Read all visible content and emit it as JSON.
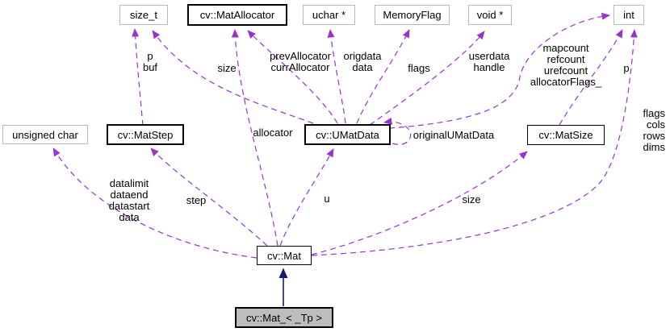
{
  "diagram": {
    "kind": "collaboration-graph",
    "colors": {
      "member_edge": "#9a32cd",
      "inheritance_edge": "#191970",
      "plain_node_border": "#b8b8b8",
      "linked_node_border": "#000000",
      "current_node_fill": "#bdbdbd"
    },
    "nodes": {
      "size_t": {
        "label": "size_t"
      },
      "matallocator": {
        "label": "cv::MatAllocator"
      },
      "uchar_ptr": {
        "label": "uchar *"
      },
      "memoryflag": {
        "label": "MemoryFlag"
      },
      "void_ptr": {
        "label": "void *"
      },
      "int": {
        "label": "int"
      },
      "unsigned_char": {
        "label": "unsigned char"
      },
      "matstep": {
        "label": "cv::MatStep"
      },
      "umatdata": {
        "label": "cv::UMatData"
      },
      "matsize": {
        "label": "cv::MatSize"
      },
      "mat": {
        "label": "cv::Mat"
      },
      "mat_tp": {
        "label": "cv::Mat_< _Tp >"
      }
    },
    "edge_labels": {
      "p_buf": "p\nbuf",
      "size_umat": "size",
      "prev_curr_allocator": "prevAllocator\ncurrAllocator",
      "origdata_data": "origdata\ndata",
      "flags_umat": "flags",
      "userdata_handle": "userdata\nhandle",
      "map_ref_counts": "mapcount\nrefcount\nurefcount\nallocatorFlags_",
      "p_matsize": "p",
      "flags_cols_rows_dims": "flags\ncols\nrows\ndims",
      "allocator": "allocator",
      "original_umatdata": "originalUMatData",
      "data_members": "datalimit\ndataend\ndatastart\ndata",
      "step": "step",
      "u": "u",
      "size_mat": "size"
    }
  }
}
